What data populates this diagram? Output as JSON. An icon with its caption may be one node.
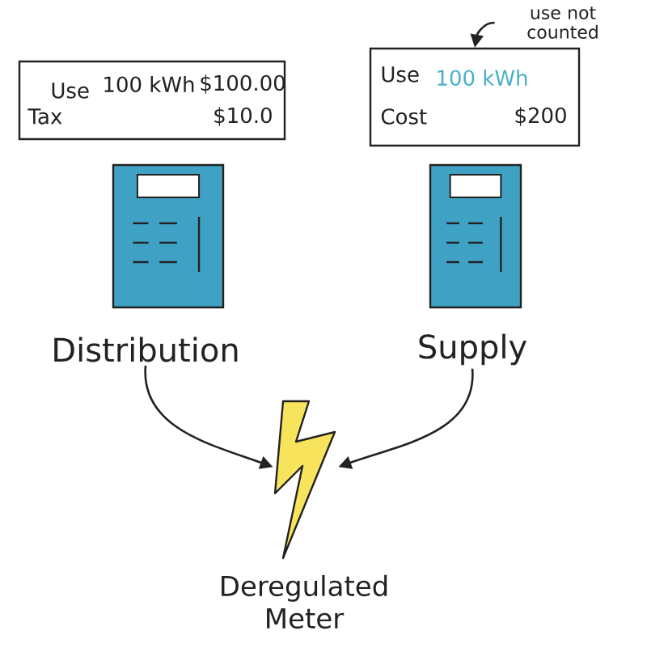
{
  "diagram": {
    "nodes": [
      {
        "text": [
          "Use",
          "100 kWh",
          "$100.00",
          "Tax",
          "$10.0"
        ]
      },
      {
        "text": [
          "Use",
          "100 kWh",
          "Cost",
          "$200"
        ]
      },
      {
        "text": [
          "use not counted"
        ]
      },
      {
        "text": [
          "Distribution"
        ]
      },
      {
        "text": [
          "Supply"
        ]
      },
      {
        "text": [],
        "shape": "lightning",
        "beside": [
          "Deregulated Meter"
        ]
      }
    ],
    "edges": [
      {
        "from": 2,
        "to": 1,
        "arrow": "to"
      },
      {
        "from": 3,
        "to": 5,
        "arrow": "to"
      },
      {
        "from": 4,
        "to": 5,
        "arrow": "to"
      }
    ]
  }
}
